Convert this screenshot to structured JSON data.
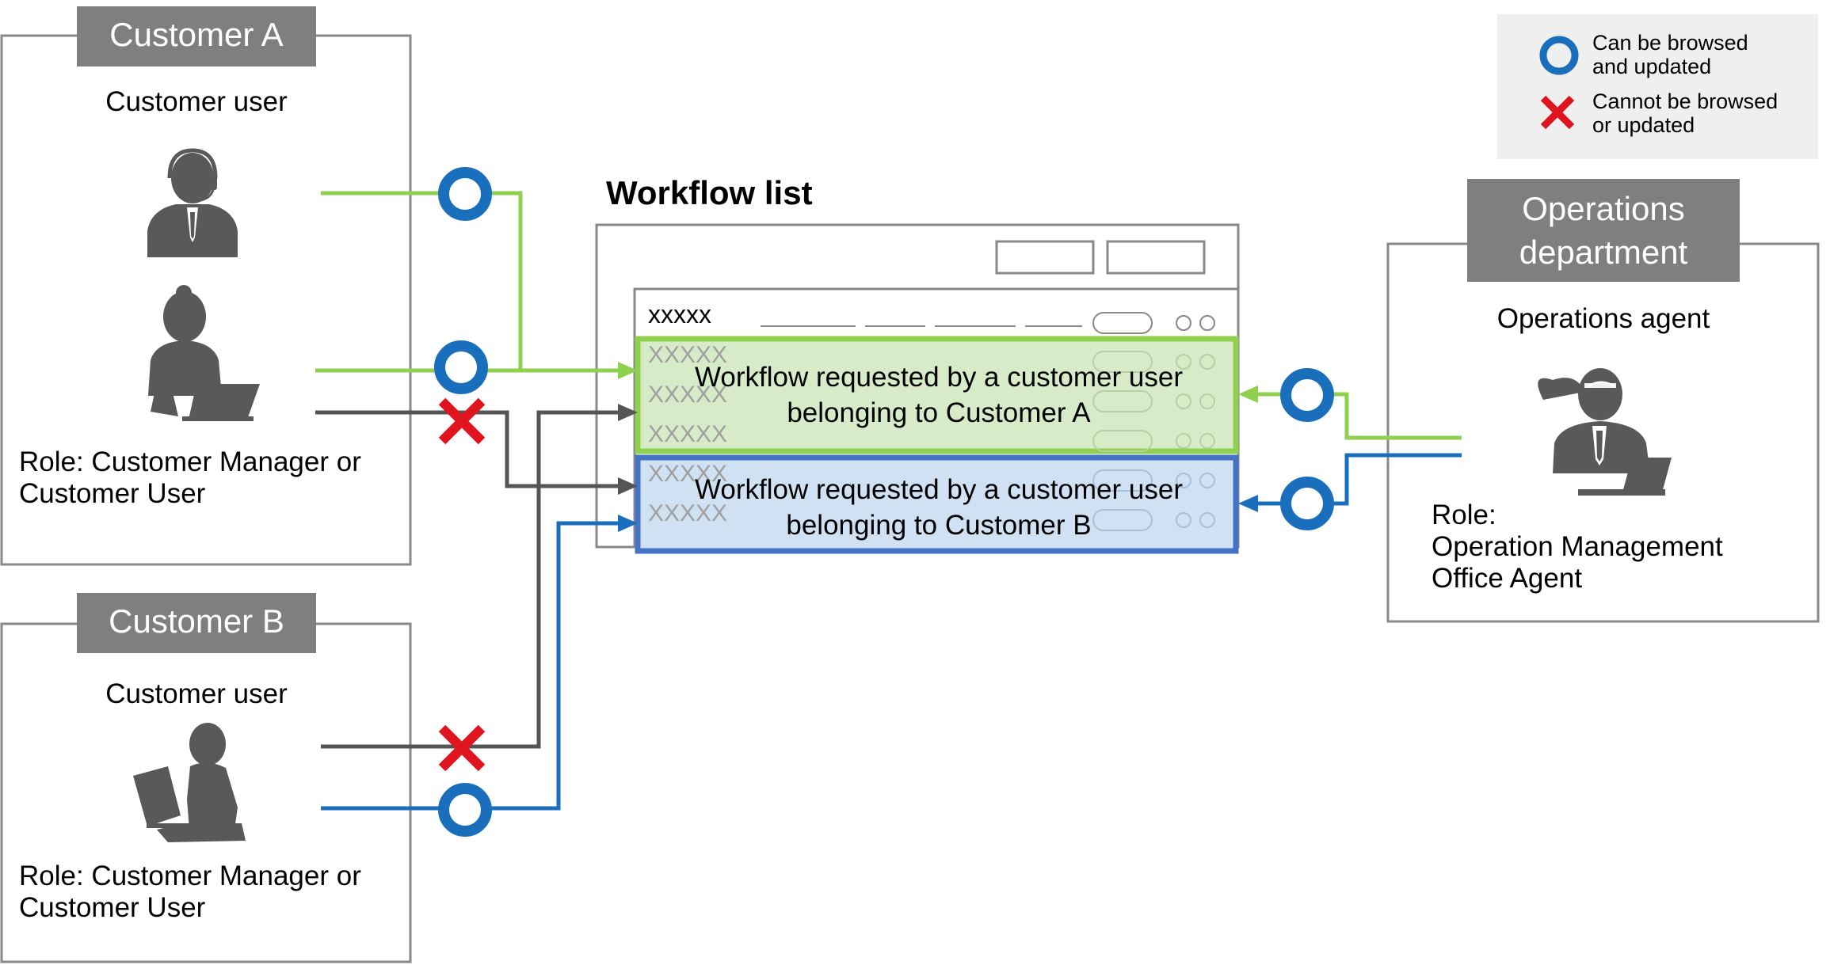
{
  "legend": {
    "ok_label_line1": "Can be browsed",
    "ok_label_line2": "and updated",
    "ng_label_line1": "Cannot be browsed",
    "ng_label_line2": "or updated"
  },
  "customer_a": {
    "title": "Customer A",
    "user_label": "Customer user",
    "role_line1": "Role: Customer Manager or",
    "role_line2": "Customer User"
  },
  "customer_b": {
    "title": "Customer B",
    "user_label": "Customer user",
    "role_line1": "Role: Customer Manager or",
    "role_line2": "Customer User"
  },
  "operations": {
    "title_line1": "Operations",
    "title_line2": "department",
    "user_label": "Operations agent",
    "role_line1": "Role:",
    "role_line2": "Operation Management",
    "role_line3": "Office Agent"
  },
  "workflow": {
    "title": "Workflow list",
    "header_text": "xxxxx",
    "row_placeholder": "XXXXX",
    "group_a_line1": "Workflow requested by a customer user",
    "group_a_line2": "belonging to Customer A",
    "group_b_line1": "Workflow requested by a customer user",
    "group_b_line2": "belonging to Customer B"
  },
  "colors": {
    "green": "#8fd14f",
    "blue": "#1a6fbd",
    "dark": "#555555",
    "red": "#e0141f",
    "header_gray": "#7f7f7f",
    "green_fill": "#d8ebc9",
    "blue_fill": "#cfe1f2",
    "blue_border": "#4472c4"
  }
}
